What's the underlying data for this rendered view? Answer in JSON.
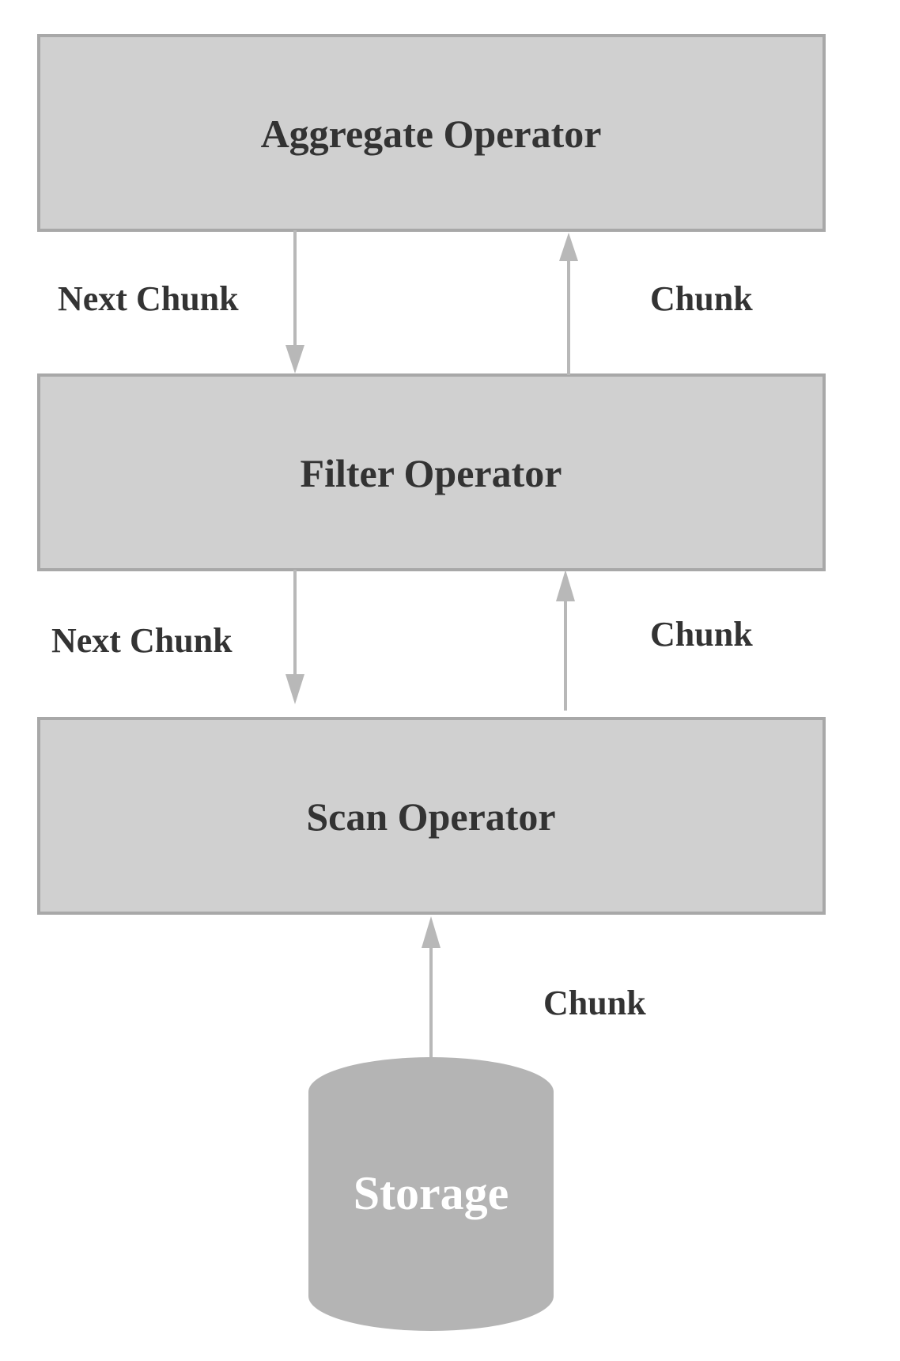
{
  "operators": {
    "aggregate": "Aggregate Operator",
    "filter": "Filter Operator",
    "scan": "Scan Operator"
  },
  "storage": {
    "label": "Storage"
  },
  "edges": {
    "agg_filter_request": "Next Chunk",
    "agg_filter_response": "Chunk",
    "filter_scan_request": "Next Chunk",
    "filter_scan_response": "Chunk",
    "scan_storage_response": "Chunk"
  },
  "colors": {
    "operator_fill": "#d0d0d0",
    "operator_border": "#a8a8a8",
    "arrow": "#b8b8b8",
    "storage_fill": "#b4b4b4",
    "text": "#333333"
  }
}
